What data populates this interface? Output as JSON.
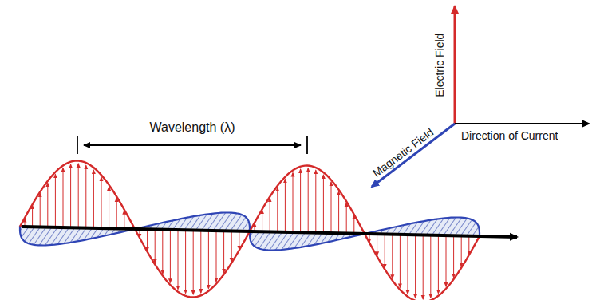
{
  "diagram": {
    "labels": [
      "Wavelength (λ)",
      "Electric Field",
      "Direction of Current",
      "Magnetic Field"
    ]
  }
}
